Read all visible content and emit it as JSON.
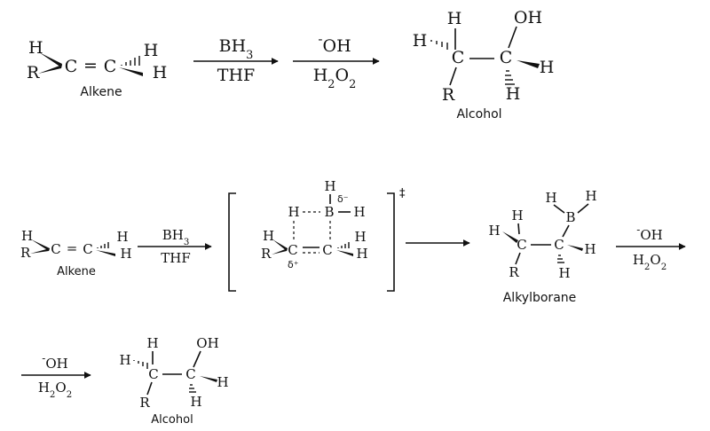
{
  "atoms": {
    "H": "H",
    "R": "R",
    "C": "C",
    "B": "B",
    "OH": "OH",
    "eq": "="
  },
  "charges": {
    "delta_minus": "δ⁻",
    "delta_plus": "δ⁺",
    "double_dagger": "‡"
  },
  "reagents": {
    "step1_top": "BH3",
    "step1_bottom": "THF",
    "step2_top": "-OH",
    "step2_bottom": "H2O2"
  },
  "labels": {
    "alkene": "Alkene",
    "alcohol": "Alcohol",
    "alkylborane": "Alkylborane"
  }
}
